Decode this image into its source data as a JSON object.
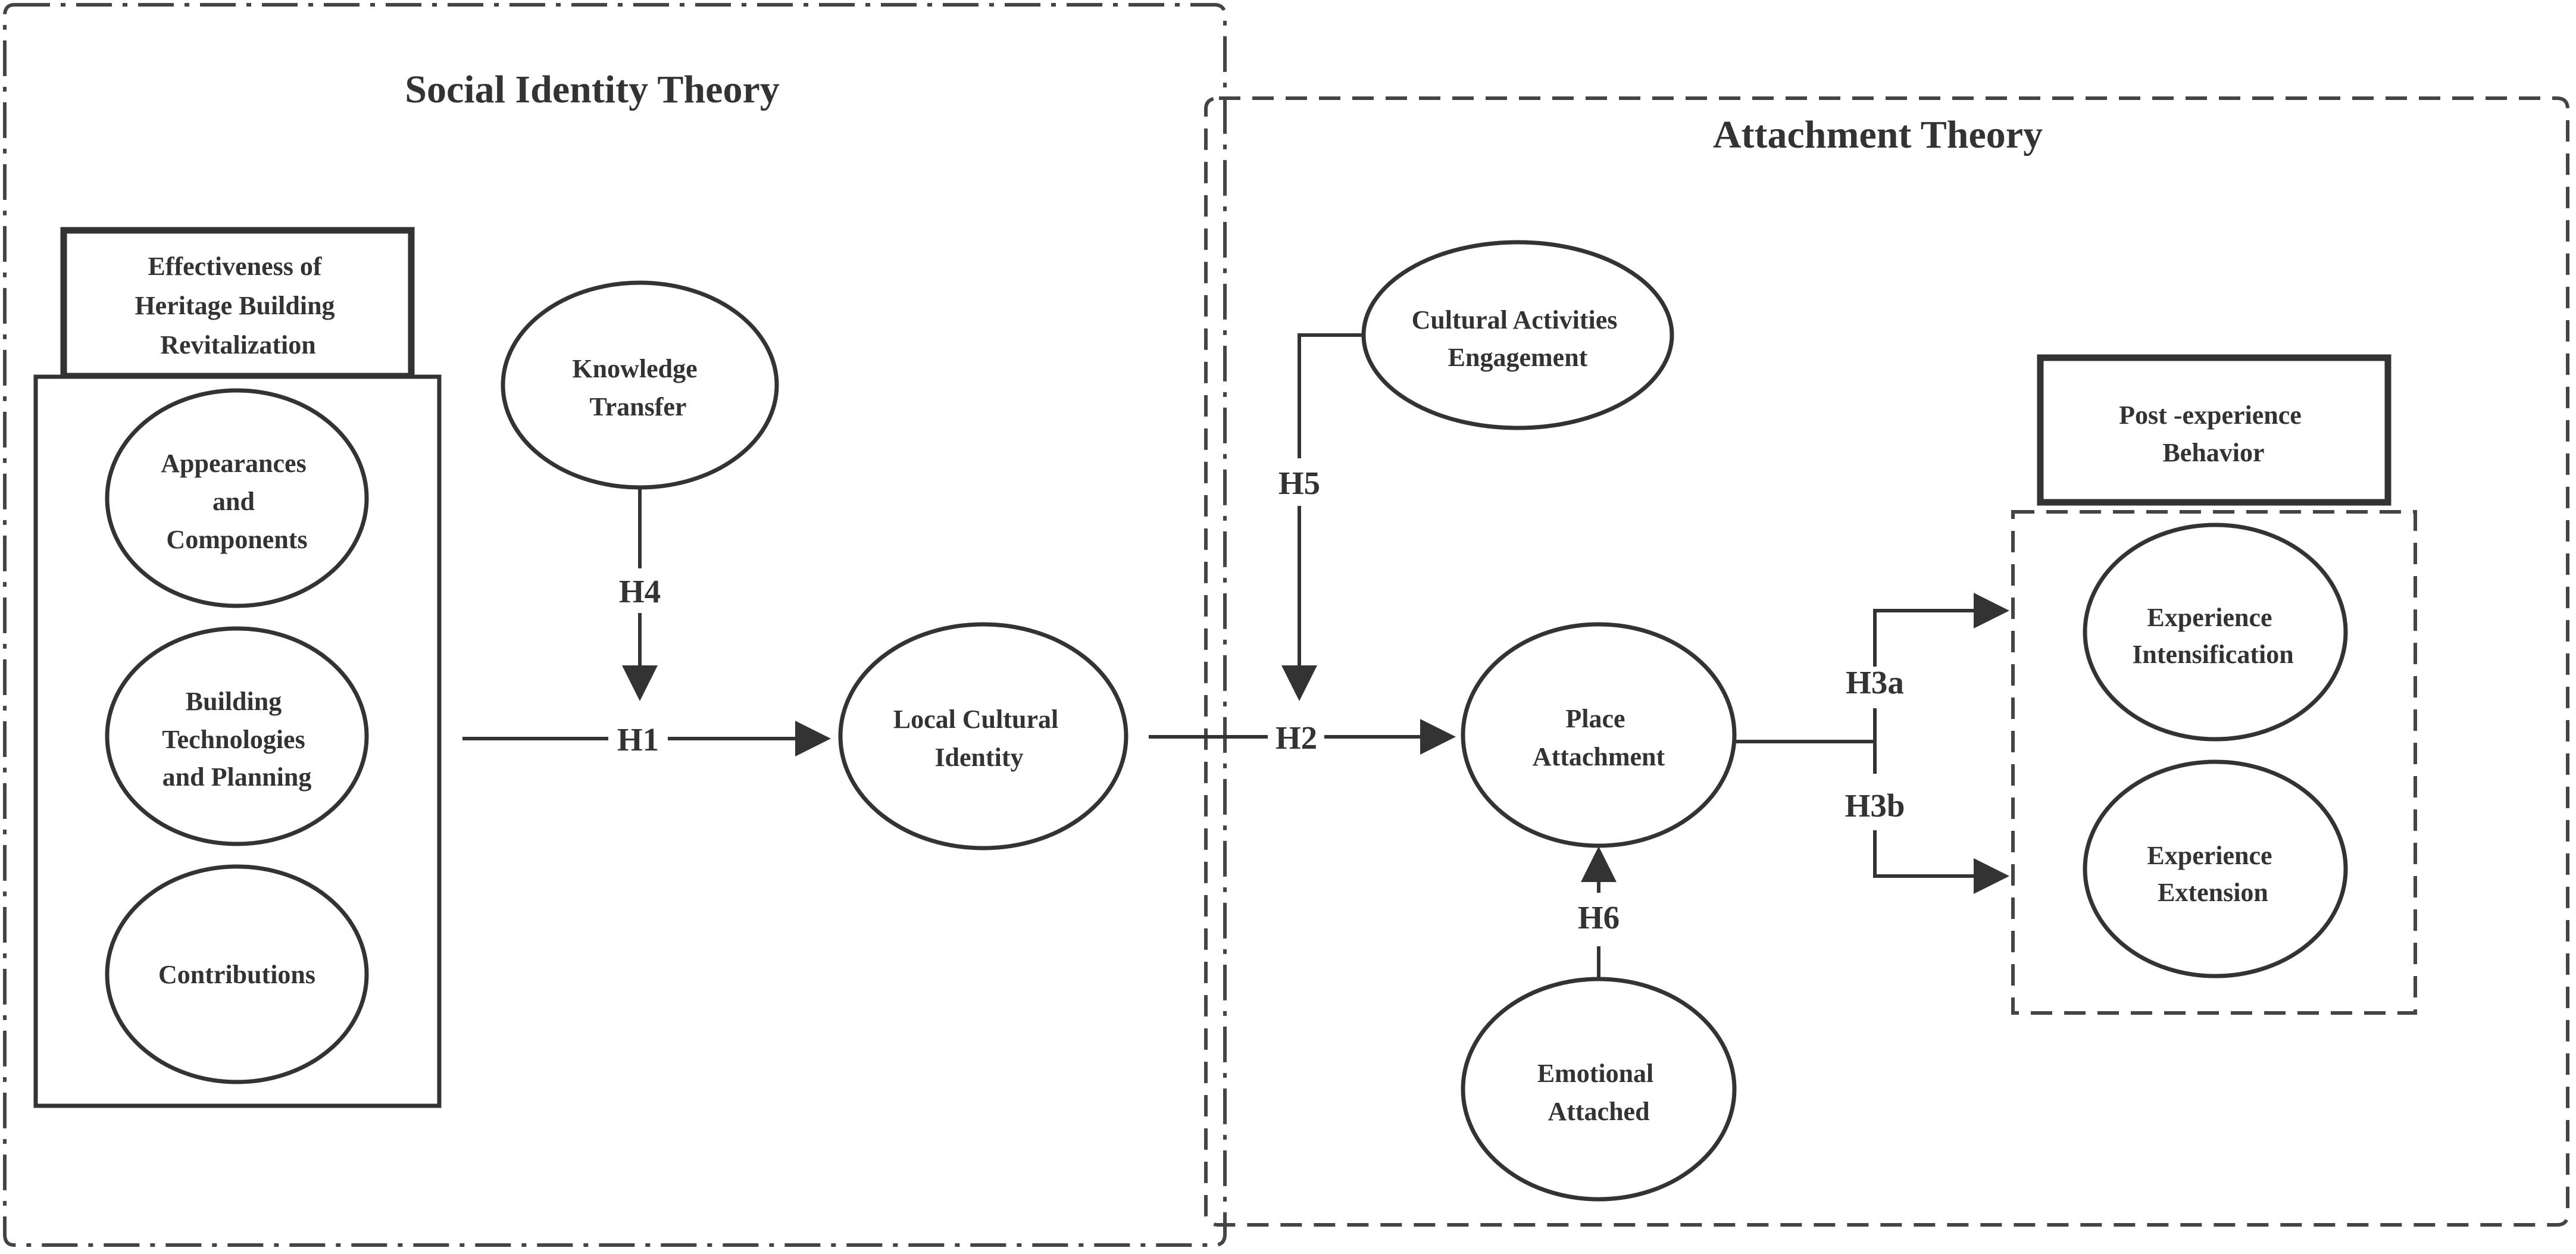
{
  "theories": {
    "social_identity": "Social Identity Theory",
    "attachment": "Attachment Theory"
  },
  "constructs": {
    "effectiveness": [
      "Effectiveness of",
      "Heritage Building",
      "Revitalization"
    ],
    "appearances": [
      "Appearances",
      "and",
      "Components"
    ],
    "building_tech": [
      "Building",
      "Technologies",
      "and Planning"
    ],
    "contributions": [
      "Contributions"
    ],
    "knowledge_transfer": [
      "Knowledge",
      "Transfer"
    ],
    "local_cultural_identity": [
      "Local Cultural",
      "Identity"
    ],
    "cultural_activities": [
      "Cultural Activities",
      "Engagement"
    ],
    "place_attachment": [
      "Place",
      "Attachment"
    ],
    "emotional_attached": [
      "Emotional",
      "Attached"
    ],
    "post_experience": [
      "Post -experience",
      "Behavior"
    ],
    "experience_intensification": [
      "Experience",
      "Intensification"
    ],
    "experience_extension": [
      "Experience",
      "Extension"
    ]
  },
  "hypotheses": {
    "h1": "H1",
    "h2": "H2",
    "h3a": "H3a",
    "h3b": "H3b",
    "h4": "H4",
    "h5": "H5",
    "h6": "H6"
  },
  "colors": {
    "stroke": "#333333",
    "background": "#ffffff"
  }
}
